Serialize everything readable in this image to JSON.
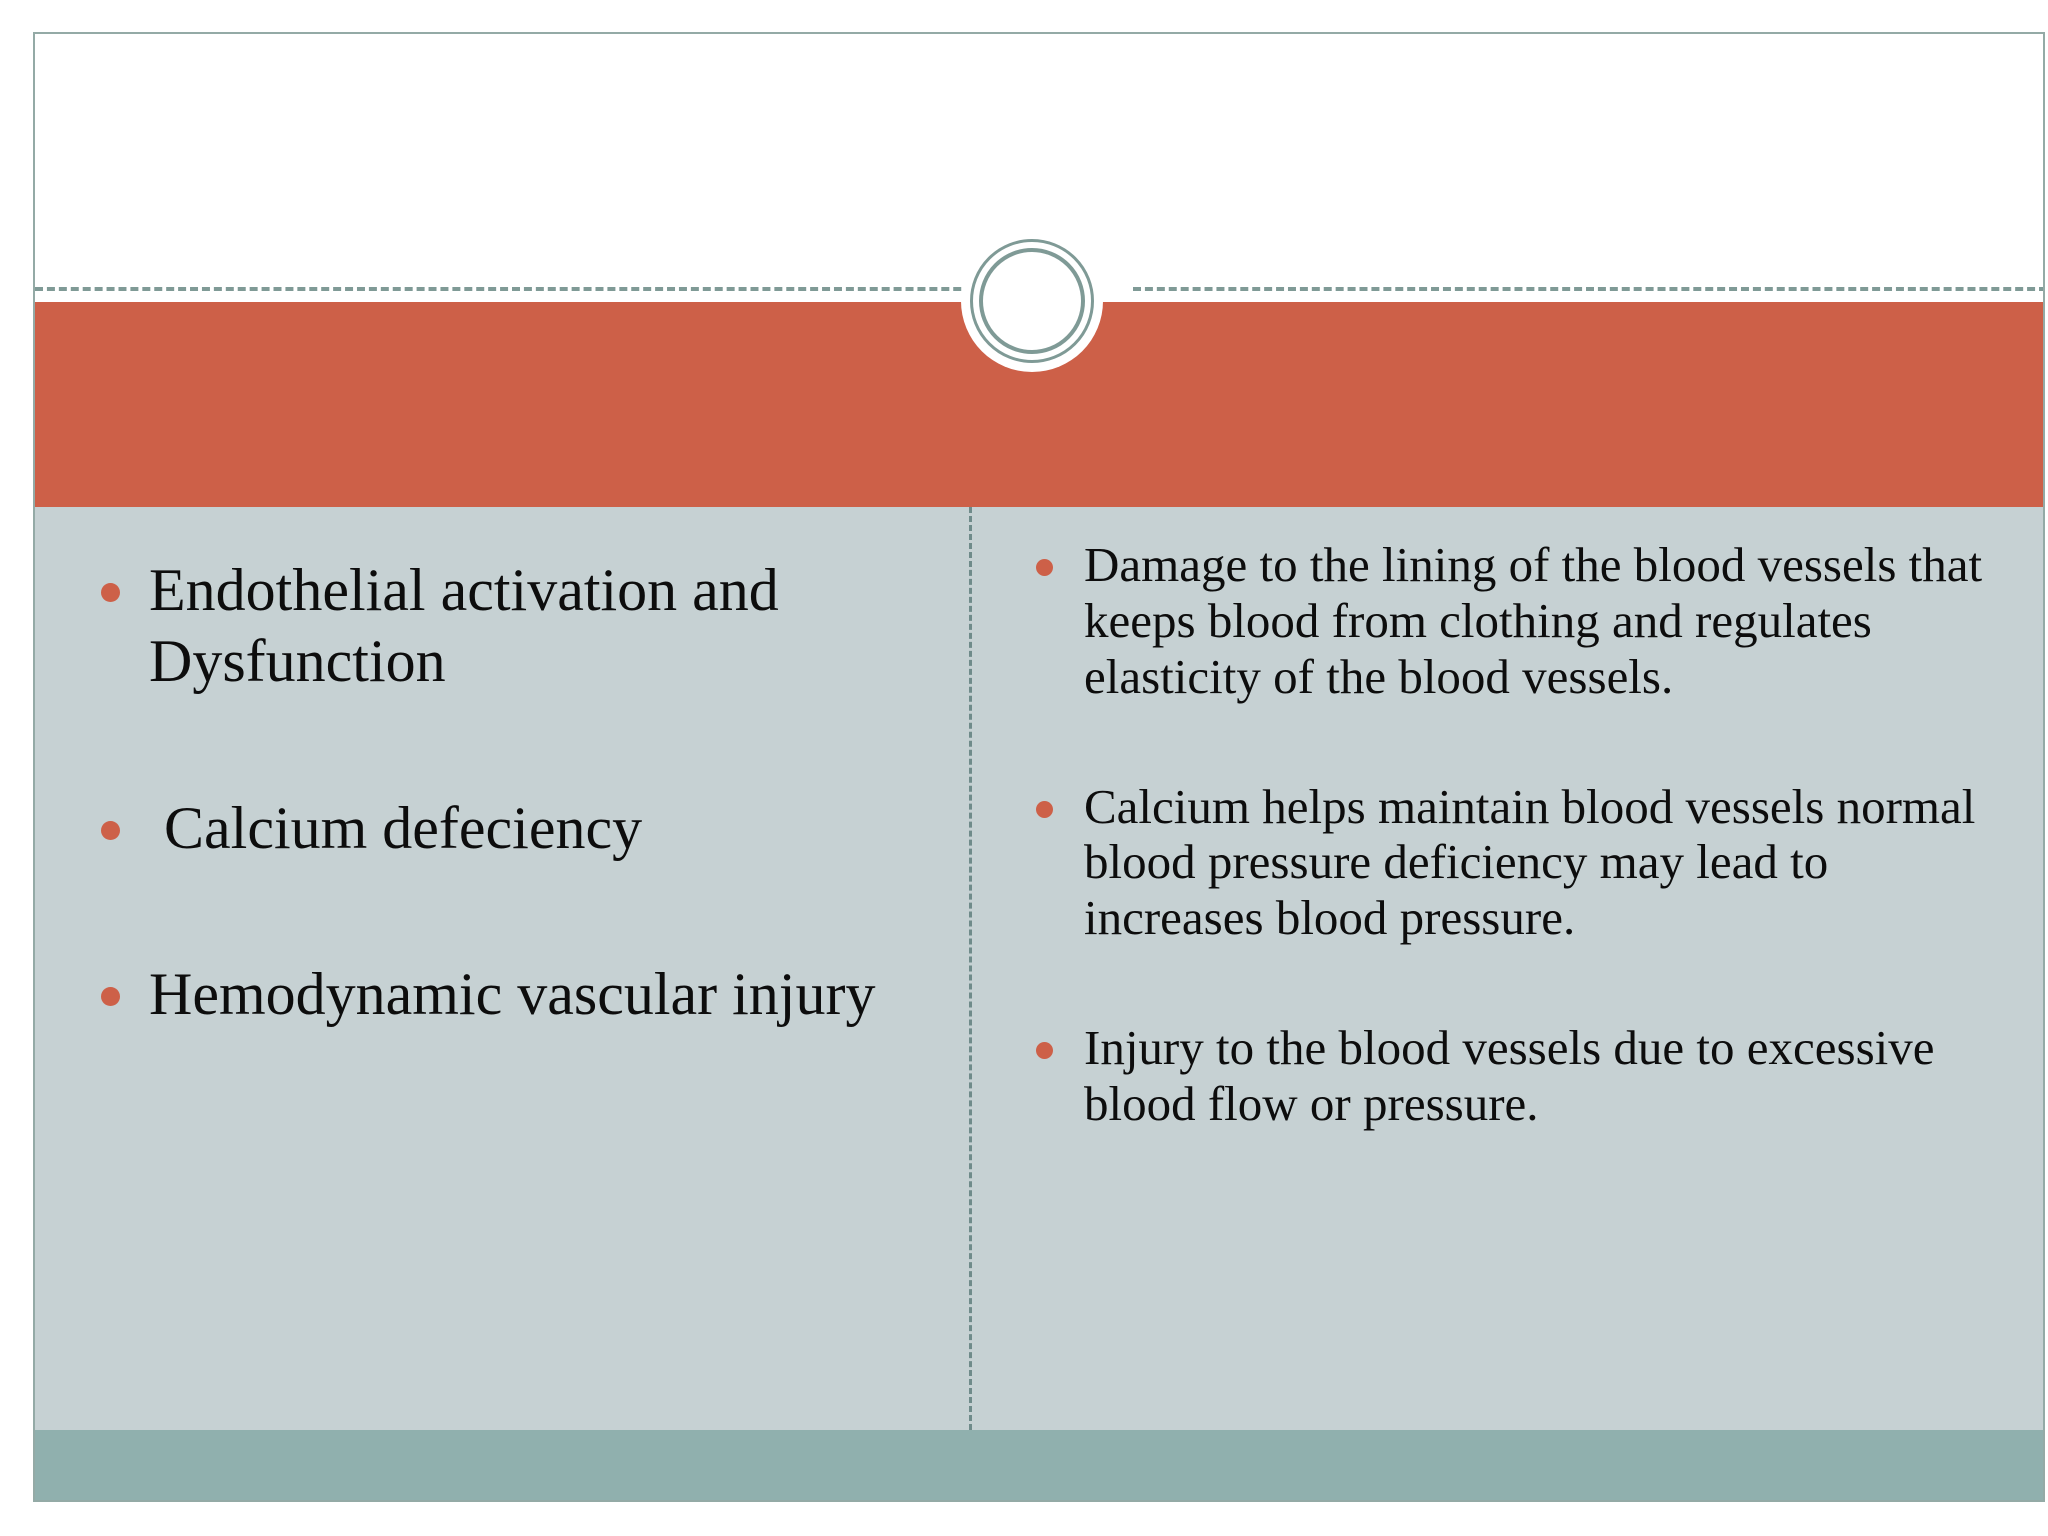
{
  "slide": {
    "title": "",
    "theme": {
      "accent_orange": "#cd6048",
      "panel_bluegray": "#c6d1d3",
      "sage_green": "#90b0ae",
      "rule_sage": "#7f9a96",
      "border_sage": "#94aaa6",
      "text_black": "#0d0d0d"
    },
    "left_column": {
      "bullets": [
        {
          "text": "Endothelial activation and Dysfunction"
        },
        {
          "text": " Calcium defeciency"
        },
        {
          "text": "Hemodynamic vascular injury"
        }
      ]
    },
    "right_column": {
      "bullets": [
        {
          "text": "Damage to the lining of the blood vessels that keeps blood from clothing and regulates elasticity of the blood vessels."
        },
        {
          "text": "Calcium helps maintain blood vessels normal blood pressure deficiency may lead to increases blood pressure."
        },
        {
          "text": "Injury to the blood vessels due to excessive blood flow or pressure."
        }
      ]
    }
  }
}
